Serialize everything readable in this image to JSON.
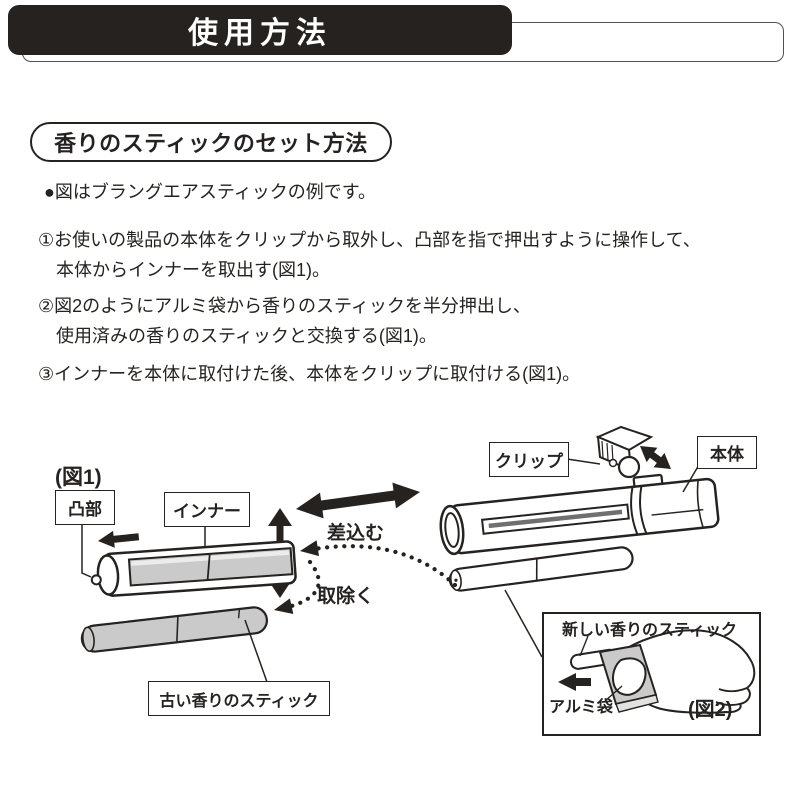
{
  "colors": {
    "ink": "#262220",
    "paper": "#ffffff",
    "stick_gray": "#c9cac9",
    "slit_gray": "#6f6f6f",
    "crimp_gray": "#e2e2e2"
  },
  "header": {
    "title": "使用方法"
  },
  "section": {
    "title": "香りのスティックのセット方法"
  },
  "note": "●図はブラングエアスティックの例です。",
  "steps": [
    {
      "line1": "①お使いの製品の本体をクリップから取外し、凸部を指で押出すように操作して、",
      "line2": "本体からインナーを取出す(図1)。"
    },
    {
      "line1": "②図2のようにアルミ袋から香りのスティックを半分押出し、",
      "line2": "使用済みの香りのスティックと交換する(図1)。"
    },
    {
      "line1": "③インナーを本体に取付けた後、本体をクリップに取付ける(図1)。"
    }
  ],
  "diagram": {
    "fig1_caption": "(図1)",
    "labels": {
      "protrusion": "凸部",
      "inner": "インナー",
      "clip": "クリップ",
      "body": "本体",
      "old_stick": "古い香りのスティック",
      "insert": "差込む",
      "remove": "取除く"
    },
    "fig2": {
      "new_stick": "新しい香りのスティック",
      "foil_bag": "アルミ袋",
      "caption": "(図2)"
    }
  }
}
